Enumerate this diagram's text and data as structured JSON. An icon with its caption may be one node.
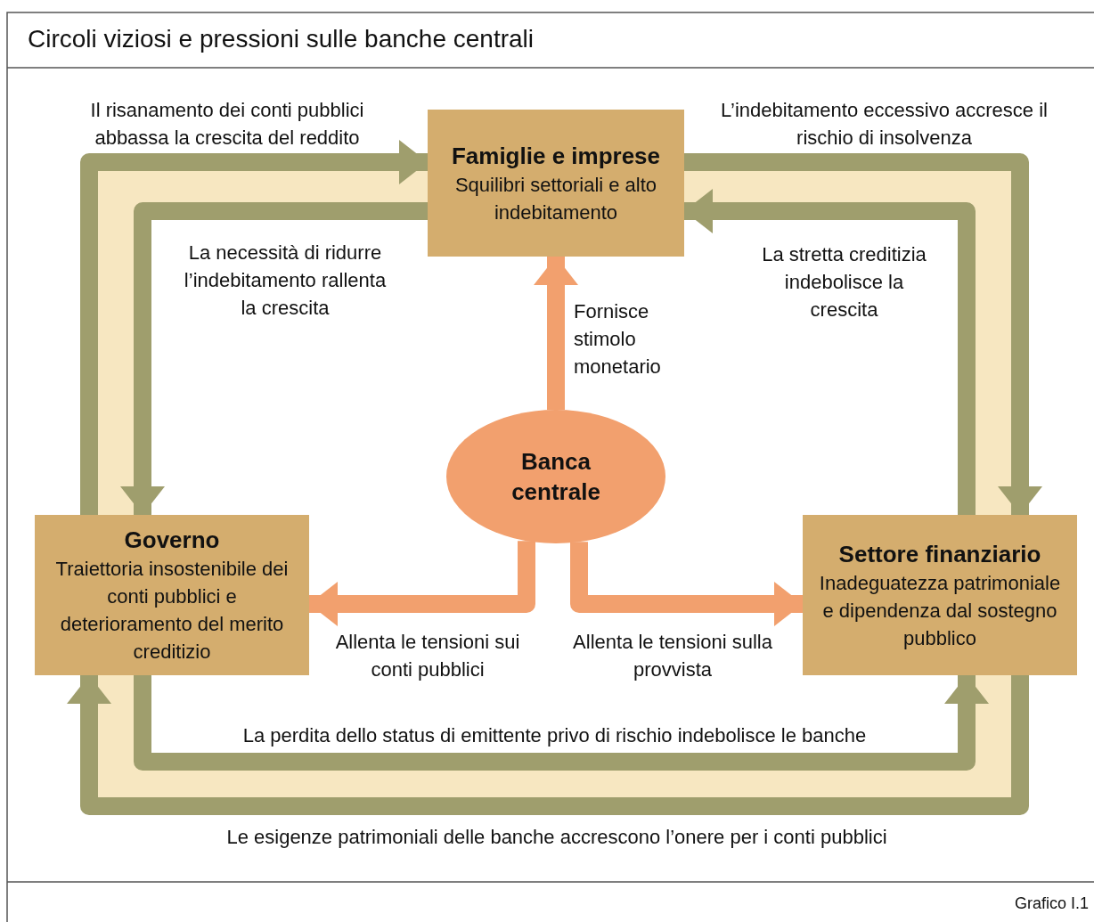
{
  "diagram": {
    "title": "Circoli viziosi e pressioni sulle banche centrali",
    "nodes": [
      {
        "text": [
          "Famiglie e imprese",
          "Squilibri settoriali e alto indebitamento"
        ]
      },
      {
        "text": [
          "Governo",
          "Traiettoria insostenibile dei conti pubblici e deterioramento del merito creditizio"
        ]
      },
      {
        "text": [
          "Banca centrale"
        ]
      },
      {
        "text": [
          "Settore finanziario",
          "Inadeguatezza patrimoniale e dipendenza dal sostegno pubblico"
        ]
      }
    ],
    "edges": [
      {
        "from": 1,
        "to": 0,
        "arrow": "to",
        "label": "Il risanamento dei conti pubblici abbassa la crescita del reddito"
      },
      {
        "from": 0,
        "to": 3,
        "arrow": "to",
        "label": "L’indebitamento eccessivo accresce il rischio di insolvenza"
      },
      {
        "from": 0,
        "to": 1,
        "arrow": "to",
        "label": "La necessità di ridurre l’indebitamento rallenta la crescita"
      },
      {
        "from": 3,
        "to": 0,
        "arrow": "to",
        "label": "La stretta creditizia indebolisce la crescita"
      },
      {
        "from": 1,
        "to": 3,
        "arrow": "to",
        "label": "La perdita dello status di emittente privo di rischio indebolisce le banche"
      },
      {
        "from": 3,
        "to": 1,
        "arrow": "to",
        "label": "Le esigenze patrimoniali delle banche accrescono l’onere per i conti pubblici"
      },
      {
        "from": 2,
        "to": 0,
        "arrow": "to",
        "label": "Fornisce stimolo monetario",
        "color": "#f2a06e"
      },
      {
        "from": 2,
        "to": 1,
        "arrow": "to",
        "label": "Allenta le tensioni sui conti pubblici",
        "color": "#f2a06e"
      },
      {
        "from": 2,
        "to": 3,
        "arrow": "to",
        "label": "Allenta le tensioni sulla provvista",
        "color": "#f2a06e"
      }
    ],
    "labels": [
      "Grafico I.1"
    ]
  }
}
